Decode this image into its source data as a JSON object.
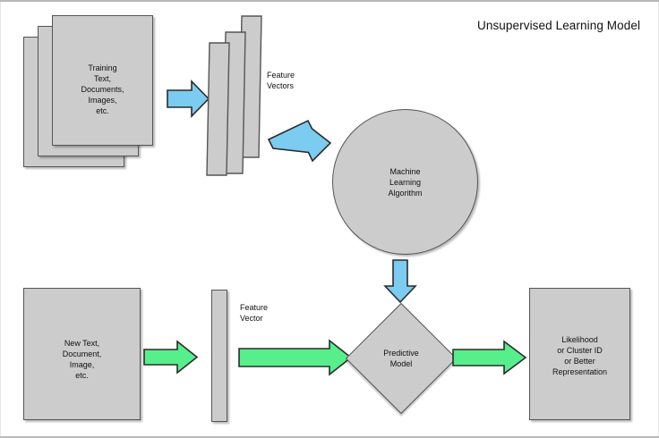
{
  "title": "Unsupervised Learning Model",
  "colors": {
    "shape_fill": "#cccccc",
    "shape_stroke": "#555555",
    "blue_arrow": "#7ccbf0",
    "blue_arrow_stroke": "#2b2b2b",
    "green_arrow": "#56ef8c",
    "green_arrow_stroke": "#2b2b2b",
    "canvas_bg": "#ffffff",
    "frame_line": "#b9b9b9",
    "text": "#111111"
  },
  "top_row": {
    "training_documents": {
      "label": "Training\nText,\nDocuments,\nImages,\netc.",
      "stack_count": 3
    },
    "feature_vectors": {
      "label": "Feature\nVectors",
      "bar_count": 3
    },
    "algorithm": {
      "label": "Machine\nLearning\nAlgorithm",
      "shape": "circle"
    },
    "arrow_docs_to_vectors": {
      "icon": "blue-arrow-right-icon",
      "direction": "right"
    },
    "arrow_vectors_to_algorithm": {
      "icon": "blue-arrow-diagonal-icon",
      "direction": "down-right"
    }
  },
  "connector": {
    "arrow_algorithm_to_model": {
      "icon": "blue-arrow-down-icon",
      "direction": "down"
    }
  },
  "bottom_row": {
    "new_input": {
      "label": "New Text,\nDocument,\nImage,\netc."
    },
    "feature_vector": {
      "label": "Feature\nVector",
      "bar_count": 1
    },
    "predictive_model": {
      "label": "Predictive\nModel",
      "shape": "diamond"
    },
    "output": {
      "label": "Likelihood\nor Cluster ID\nor Better\nRepresentation"
    },
    "arrow_input_to_vector": {
      "icon": "green-arrow-right-icon",
      "direction": "right"
    },
    "arrow_vector_to_model": {
      "icon": "green-arrow-right-long-icon",
      "direction": "right"
    },
    "arrow_model_to_output": {
      "icon": "green-arrow-right-icon",
      "direction": "right"
    }
  }
}
